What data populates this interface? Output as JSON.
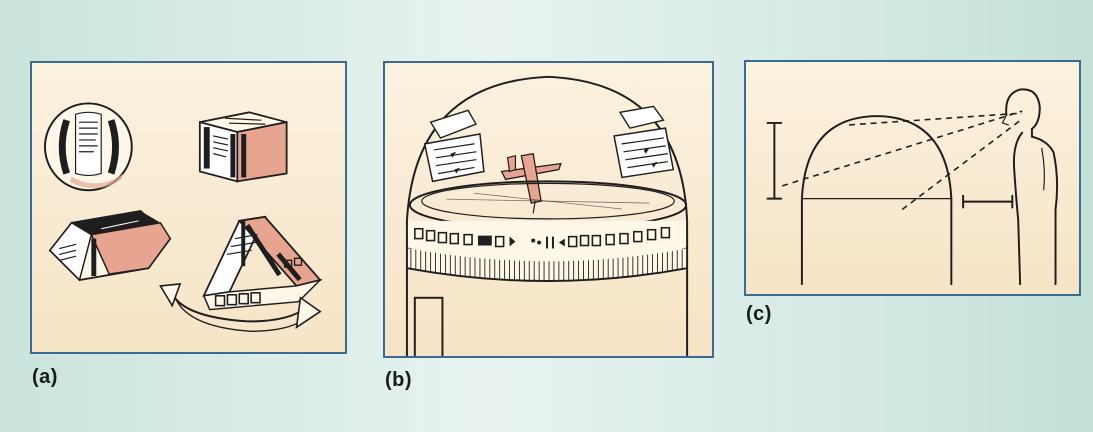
{
  "panels": [
    {
      "id": "a",
      "label": "(a)"
    },
    {
      "id": "b",
      "label": "(b)"
    },
    {
      "id": "c",
      "label": "(c)"
    }
  ],
  "colors": {
    "frame": "#3a6b92",
    "panel_bg": "#f9ecd4",
    "accent": "#e7a48f",
    "ink": "#1e1e1e"
  }
}
